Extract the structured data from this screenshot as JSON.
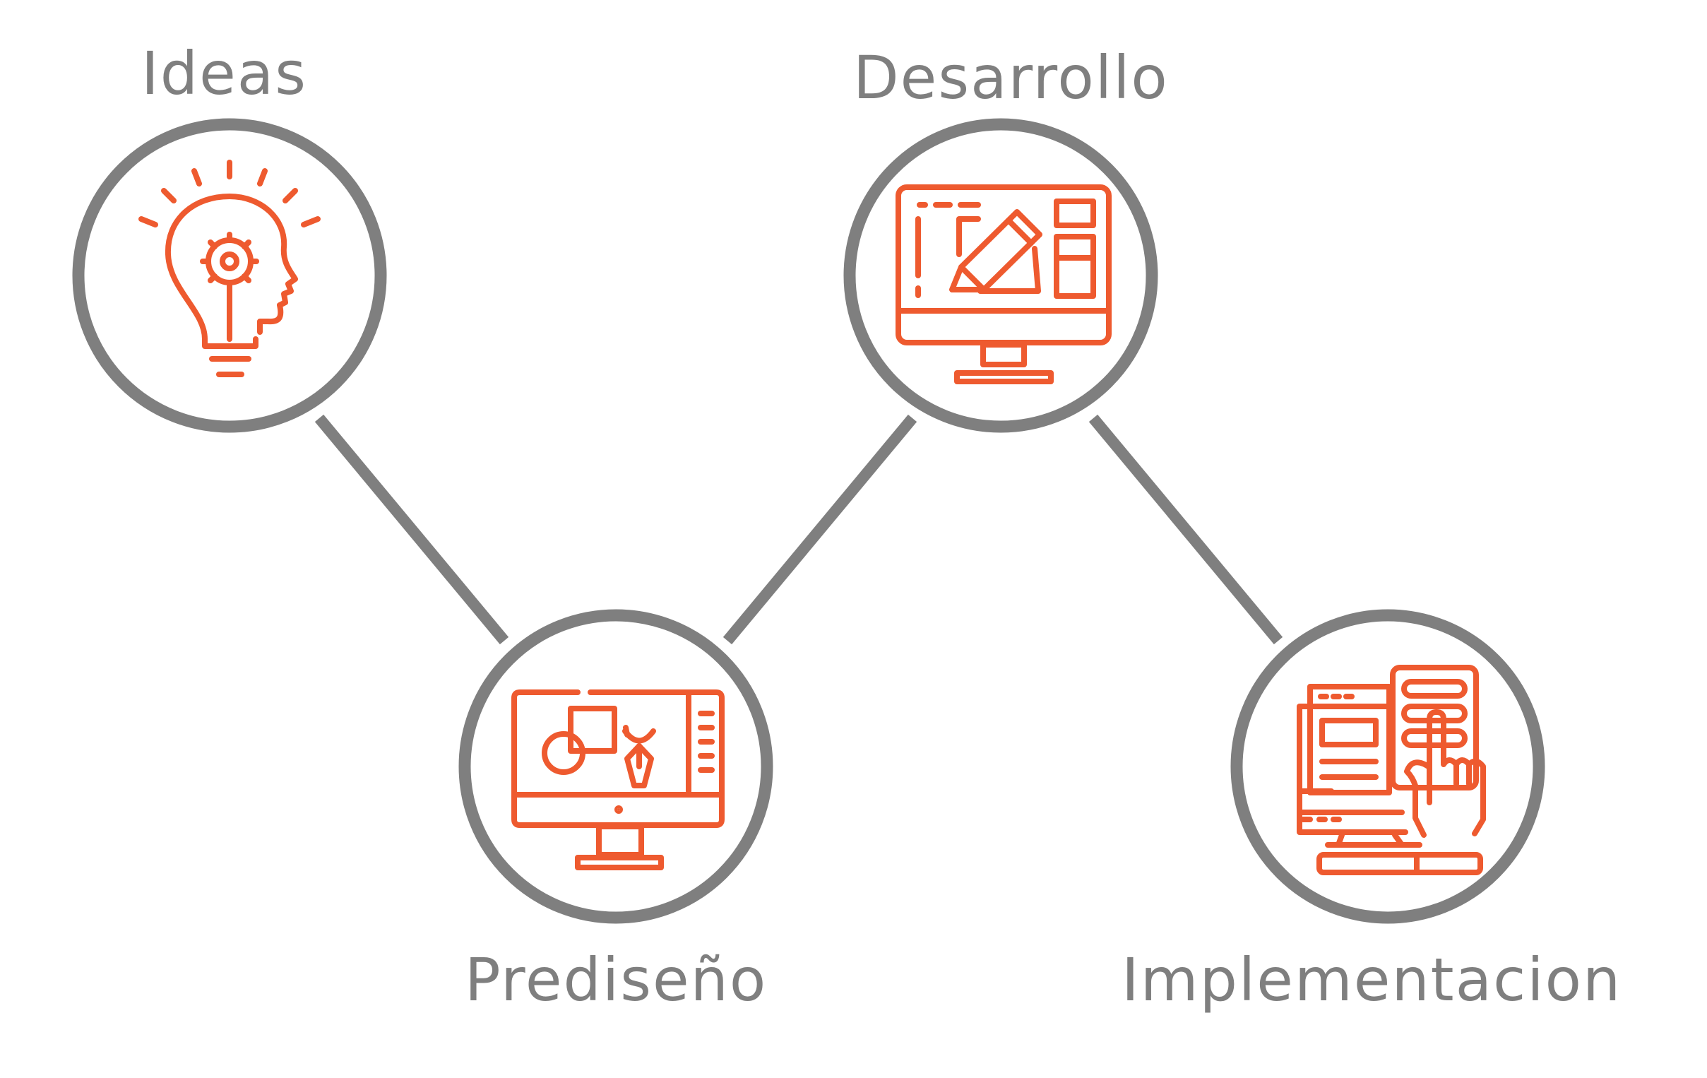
{
  "diagram": {
    "nodes": [
      {
        "id": "ideas",
        "label": "Ideas",
        "icon": "lightbulb-head-gear-icon"
      },
      {
        "id": "prediseno",
        "label": "Prediseño",
        "icon": "monitor-design-tools-icon"
      },
      {
        "id": "desarrollo",
        "label": "Desarrollo",
        "icon": "monitor-pencil-layout-icon"
      },
      {
        "id": "implementacion",
        "label": "Implementacion",
        "icon": "browser-server-touch-icon"
      }
    ],
    "edges": [
      {
        "from": "ideas",
        "to": "prediseno"
      },
      {
        "from": "prediseno",
        "to": "desarrollo"
      },
      {
        "from": "desarrollo",
        "to": "implementacion"
      }
    ]
  },
  "colors": {
    "circle_stroke": "#7f7f7f",
    "connector": "#7f7f7f",
    "label_text": "#7f7f7f",
    "icon": "#ee5a2f",
    "background": "#ffffff"
  }
}
